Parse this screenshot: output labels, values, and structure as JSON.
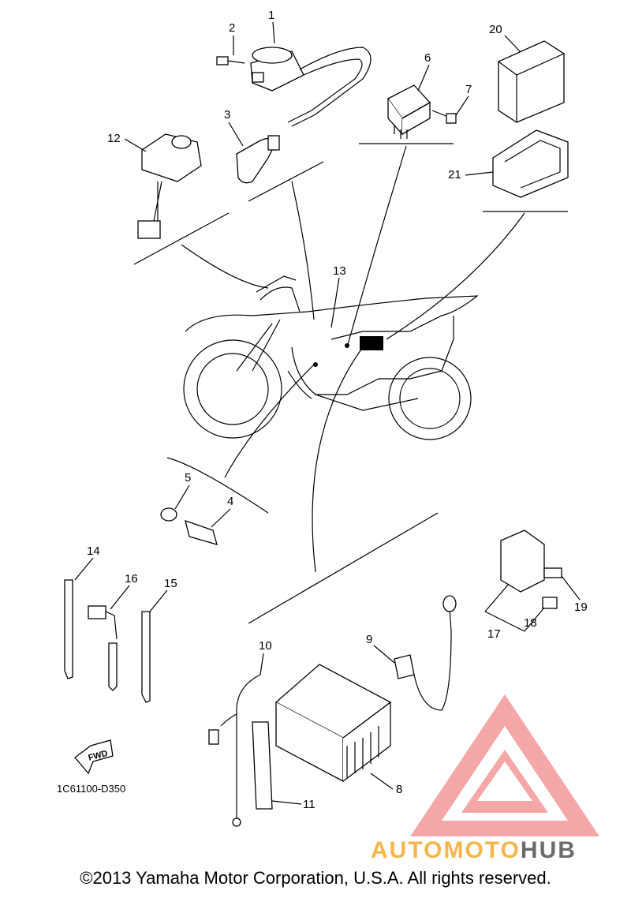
{
  "labels": {
    "p1": "1",
    "p2": "2",
    "p3": "3",
    "p4": "4",
    "p5": "5",
    "p6": "6",
    "p7": "7",
    "p8": "8",
    "p9": "9",
    "p10": "10",
    "p11": "11",
    "p12": "12",
    "p13": "13",
    "p14": "14",
    "p15": "15",
    "p16": "16",
    "p17": "17",
    "p18": "18",
    "p19": "19",
    "p20": "20",
    "p21": "21"
  },
  "fwd_label": "FWD",
  "diagram_code": "1C61100-D350",
  "watermark": {
    "part1": "AUTO",
    "part2": "MOTO",
    "part3": "HUB",
    "color_main": "#f7931e",
    "color_hub": "#555555",
    "logo_color": "#f26b6b"
  },
  "copyright": "©2013 Yamaha Motor Corporation, U.S.A. All rights reserved."
}
